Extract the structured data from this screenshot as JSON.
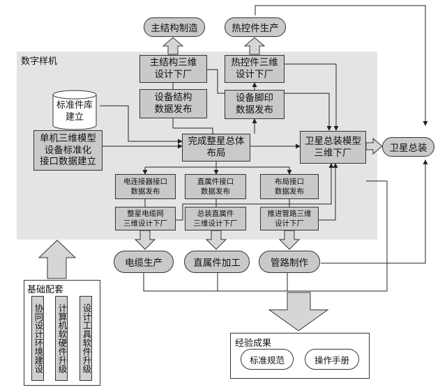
{
  "region": {
    "title": "数字样机"
  },
  "nodes": {
    "main_structure_mfg": "主结构制造",
    "thermal_production": "热控件生产",
    "main_structure_3d": "主结构三维\n设计下厂",
    "thermal_3d": "热控件三维\n设计下厂",
    "std_parts_db": "标准件库\n建立",
    "equip_struct_release": "设备结构\n数据发布",
    "equip_footprint_release": "设备脚印\n数据发布",
    "single_3d_model": "单机三维模型\n设备标准化\n接口数据建立",
    "complete_layout": "完成整星总体\n布局",
    "assembly_3d": "卫星总装模型\n三维下厂",
    "satellite_assembly": "卫星总装",
    "connector_interface": "电连接器接口\n数据发布",
    "bracket_interface": "直属件接口\n数据发布",
    "layout_interface": "布局接口\n数据发布",
    "cable_3d": "整星电缆网\n三维设计下厂",
    "bracket_3d": "总装直属件\n三维设计下厂",
    "pipe_3d": "推进管路三维\n设计下厂",
    "cable_production": "电缆生产",
    "bracket_processing": "直属件加工",
    "pipe_mfg": "管路制作"
  },
  "foundation": {
    "title": "基础配套",
    "items": [
      "协同设计环境建设",
      "计算机软硬件升级",
      "设计工具软件升级"
    ]
  },
  "experience": {
    "title": "经验成果",
    "items": [
      "标准规范",
      "操作手册"
    ]
  }
}
